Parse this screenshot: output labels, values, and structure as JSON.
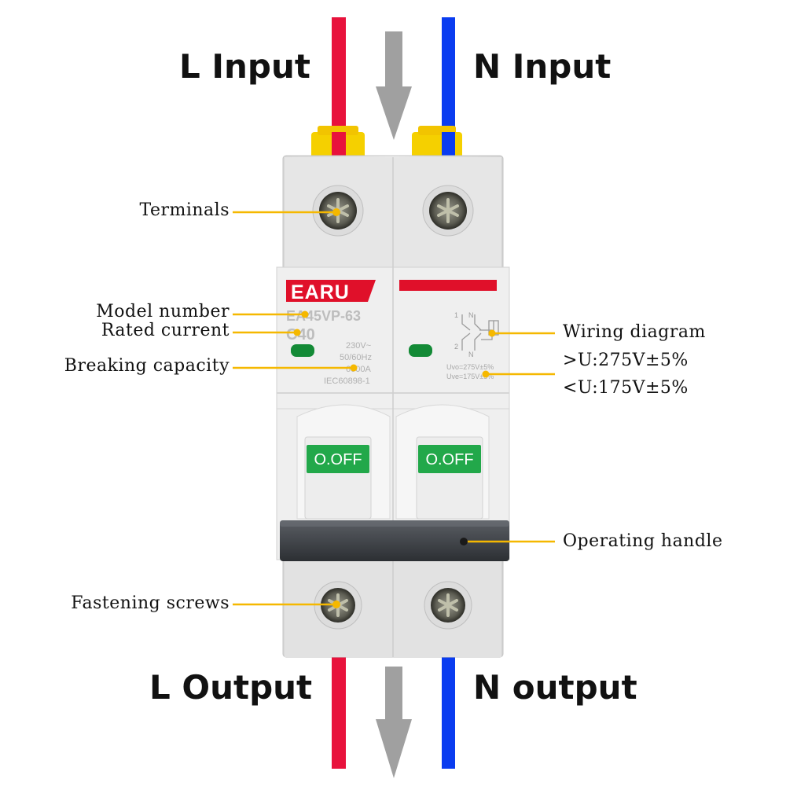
{
  "flow_labels": {
    "l_input": "L Input",
    "n_input": "N Input",
    "l_output": "L Output",
    "n_output": "N output"
  },
  "callouts": {
    "terminals": "Terminals",
    "model_number": "Model number",
    "rated_current": "Rated current",
    "breaking_capacity": "Breaking capacity",
    "fastening_screws": "Fastening screws",
    "wiring_diagram": "Wiring diagram",
    "over_voltage": ">U:275V±5%",
    "under_voltage": "<U:175V±5%",
    "operating_handle": "Operating handle"
  },
  "device": {
    "brand": "EARU",
    "model": "EA45VP-63",
    "rating": "C40",
    "spec_lines": [
      "230V~",
      "50/60Hz",
      "6000A",
      "IEC60898-1"
    ],
    "uvo": "Uvo=275V±5%",
    "uve": "Uve=175V±5%",
    "switch_left": "O.OFF",
    "switch_right": "O.OFF",
    "diagram_labels": [
      "1",
      "N",
      "2",
      "N"
    ]
  },
  "colors": {
    "live_wire": "#e8123c",
    "neutral_wire": "#0a3cf0",
    "flow_arrow": "#a0a0a0",
    "leader": "#f5b800",
    "brand_red": "#e0102a",
    "switch_green": "#22a84a",
    "handle": "#3e4248"
  }
}
